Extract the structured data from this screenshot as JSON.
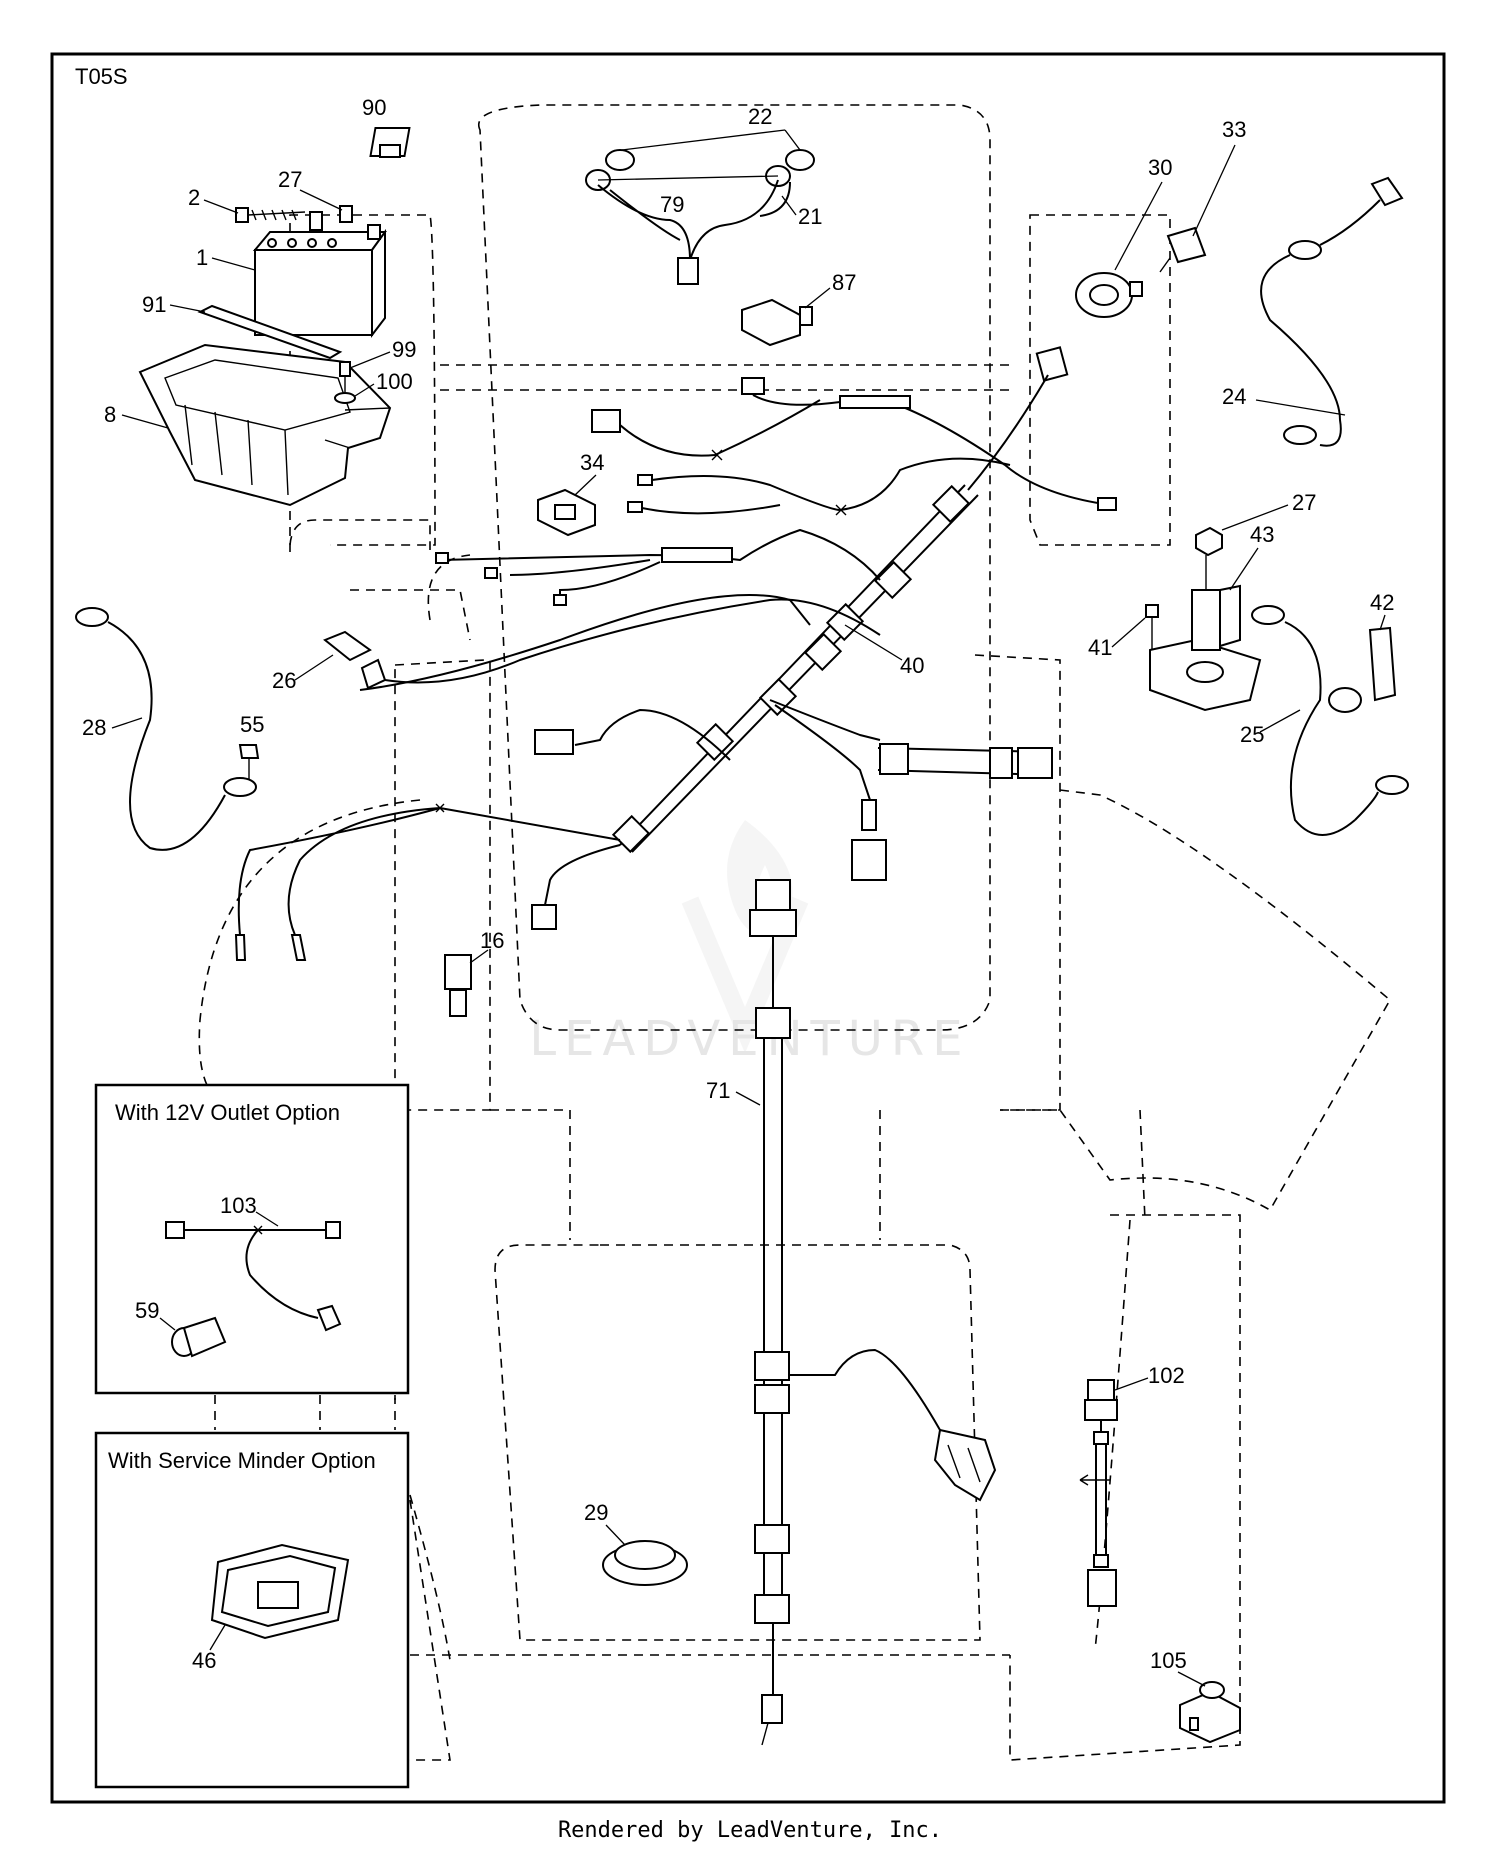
{
  "diagram_code": "T05S",
  "watermark": "LEADVENTURE",
  "credit": "Rendered by LeadVenture, Inc.",
  "inset_12v_title": "With 12V Outlet Option",
  "inset_service_title": "With Service Minder Option",
  "callouts": {
    "c1": "1",
    "c2": "2",
    "c8": "8",
    "c16": "16",
    "c21": "21",
    "c22": "22",
    "c24": "24",
    "c25": "25",
    "c26": "26",
    "c27a": "27",
    "c27b": "27",
    "c28": "28",
    "c29": "29",
    "c30": "30",
    "c33": "33",
    "c34": "34",
    "c40": "40",
    "c41": "41",
    "c42": "42",
    "c43": "43",
    "c46": "46",
    "c55": "55",
    "c59": "59",
    "c71": "71",
    "c79": "79",
    "c87": "87",
    "c90": "90",
    "c91": "91",
    "c99": "99",
    "c100": "100",
    "c102": "102",
    "c103": "103",
    "c105": "105"
  }
}
